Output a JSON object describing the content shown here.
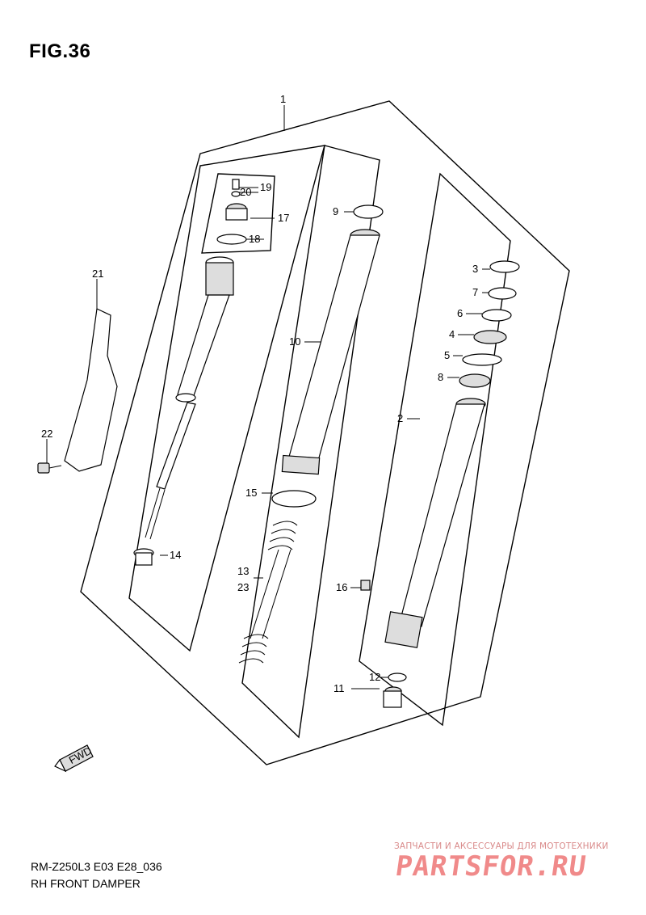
{
  "figure": {
    "title": "FIG.36",
    "model_code": "RM-Z250L3 E03 E28_036",
    "name": "RH FRONT DAMPER"
  },
  "callouts": {
    "c1": "1",
    "c2": "2",
    "c3": "3",
    "c4": "4",
    "c5": "5",
    "c6": "6",
    "c7": "7",
    "c8": "8",
    "c9": "9",
    "c10": "10",
    "c11": "11",
    "c12": "12",
    "c13": "13",
    "c14": "14",
    "c15": "15",
    "c16": "16",
    "c17": "17",
    "c18": "18",
    "c19": "19",
    "c20": "20",
    "c21": "21",
    "c22": "22",
    "c23": "23"
  },
  "fwd_arrow": {
    "label": "FWD"
  },
  "watermark": {
    "tagline": "ЗАПЧАСТИ И АКСЕССУАРЫ ДЛЯ МОТОТЕХНИКИ",
    "brand": "PARTSFOR.RU"
  }
}
